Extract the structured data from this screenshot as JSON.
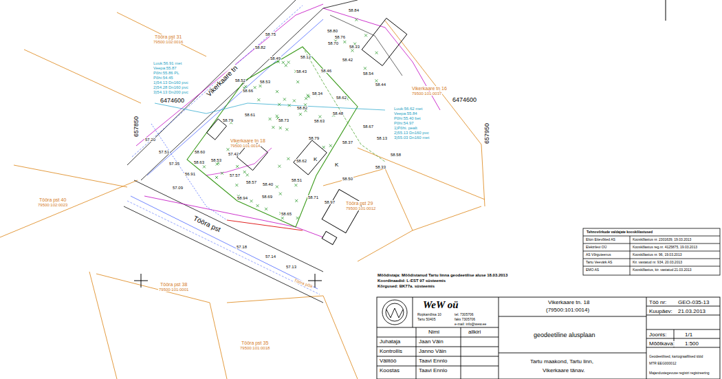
{
  "diagram": {
    "labels": [
      "Tööra pst 31",
      "79500:102:0016",
      "Tööra pst 40",
      "79500:102:0023",
      "Tööra pst 38",
      "79500:101:0001",
      "Tööra pst 35",
      "79500:101:0018",
      "Vikerkaare tn 16",
      "79500:101:0037",
      "Tööra pst 29",
      "79500:101:0012",
      "Vikerkaare tn 18",
      "79500:101:0014",
      "Vikerkaare tn",
      "Tööra pst",
      "Tööra põik",
      "6474600",
      "6474600",
      "657850",
      "657950",
      "Luuk:56.91 met",
      "Veepa:55.87",
      "Põhi:55.86 PL",
      "Põhi:54.45",
      "1)54.13 Dn160 pvc",
      "2)54.28 Dn160 pvc",
      "3)54.13 Dn200 pvc",
      "Luuk:56.62 met",
      "Veepa:55.84",
      "Põhi:55.40 bet",
      "Põhi:54.97",
      "1)Põhi. pealt",
      "2)55.13 Dn160 pvc",
      "3)55.03 Dn160 met",
      "Mõõdistaja: Mõõdistanud Tartu linna geodeetilise aluse 18.03.2013",
      "Koordinaadid: L-EST 97 süsteemis",
      "Kõrgused: BK77a. süsteemis",
      "Tehnovõrkude valdajate kooskõlastused",
      "Elion Ettevõtted AS",
      "Kooskõlastus nr. 2301639, 19.03.2013",
      "Elektrilevi OÜ",
      "Kooskõlastus reg.nr. 4125875, 19.03.2013",
      "AS Võrguteenus",
      "Kooskõlastus nr. 96, 19.03.2013",
      "Tartu Veevärk AS",
      "Kir. vastatud nr. 934, 20.03.2013",
      "EMO AS",
      "Kooskõlastus, kir. vastatud 21.03.2013",
      "WeW oü",
      "Ropkamõisa 10",
      "Tartu 50405",
      "tel. 7305706",
      "faks 7305706",
      "e-mail: info@wew.ee",
      "Nimi",
      "allkiri",
      "Juhataja",
      "Jaan Väin",
      "Kontrollis",
      "Janno Väin",
      "Välitöö",
      "Taavi Ennlo",
      "Koostas",
      "Taavi Ennlo",
      "Vikerkaare tn. 18",
      "(79500:101:0014)",
      "geodeetiline alusplaan",
      "Tartu maakond, Tartu linn,",
      "Vikerkaare tänav.",
      "Töö nr:",
      "GEO-035-13",
      "Kuupäev:",
      "21.03.2013",
      "Joonis:",
      "1/1",
      "Mõõtkava:",
      "1:500",
      "Geodeetilised, kartograafilised tööd",
      "MTR EEG000012",
      "Majandustegevuse registri registreering",
      "K",
      "K",
      "58.84",
      "58.80",
      "58.76",
      "58.70",
      "58.75",
      "58.82",
      "58.33",
      "58.42",
      "58.46",
      "58.54",
      "58.44",
      "58.43",
      "58.52",
      "58.53",
      "58.34",
      "58.66",
      "58.62",
      "58.82",
      "58.61",
      "58.73",
      "58.63",
      "58.48",
      "58.79",
      "58.67",
      "58.37",
      "58.79",
      "58.13",
      "58.58",
      "58.33",
      "58.62",
      "58.51",
      "58.50",
      "58.57",
      "58.40",
      "58.69",
      "58.71",
      "58.94",
      "58.97",
      "58.65",
      "58.60",
      "58.63",
      "58.53",
      "57.42",
      "57.57",
      "57.18",
      "57.09",
      "57.14",
      "57.13",
      "56.91",
      "57.35",
      "58.49",
      "57.20",
      "57.51",
      "58.12"
    ]
  }
}
